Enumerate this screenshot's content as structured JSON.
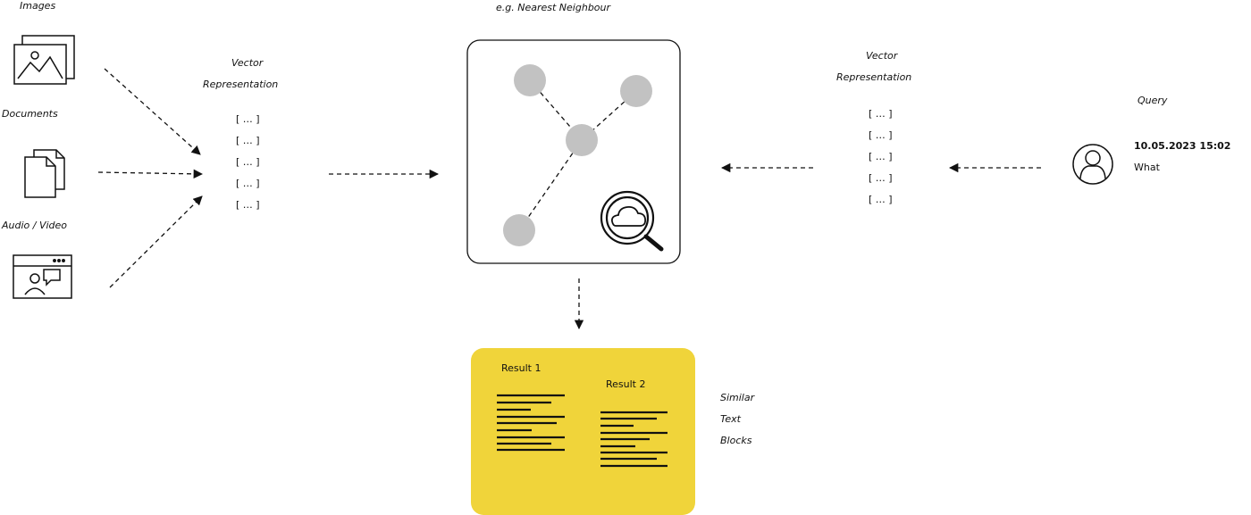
{
  "labels": {
    "images": "Images",
    "documents": "Documents",
    "audio_video": "Audio / Video",
    "left_vector_1": "Vector",
    "left_vector_2": "Representation",
    "nearest": "e.g. Nearest Neighbour",
    "right_vector_1": "Vector",
    "right_vector_2": "Representation",
    "query": "Query",
    "query_time": "10.05.2023 15:02",
    "query_text": "What",
    "result1": "Result 1",
    "result2": "Result 2",
    "similar_1": "Similar",
    "similar_2": "Text",
    "similar_3": "Blocks"
  },
  "left_vectors": [
    "[ … ]",
    "[ … ]",
    "[ … ]",
    "[ … ]",
    "[ … ]"
  ],
  "right_vectors": [
    "[ … ]",
    "[ … ]",
    "[ … ]",
    "[ … ]",
    "[ … ]"
  ],
  "colors": {
    "result_box": "#f0d43a",
    "node": "#c2c2c2",
    "line": "#111111"
  },
  "icons": [
    "image-icon",
    "documents-icon",
    "video-call-icon",
    "search-cloud-icon",
    "user-icon"
  ]
}
